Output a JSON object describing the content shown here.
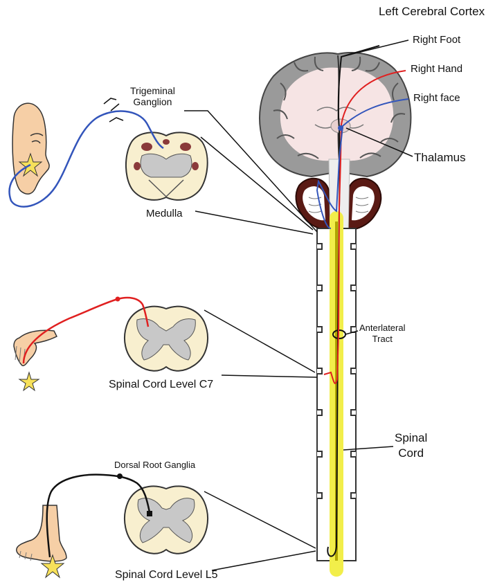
{
  "labels": {
    "left_cerebral_cortex": "Left Cerebral Cortex",
    "right_foot": "Right Foot",
    "right_hand": "Right Hand",
    "right_face": "Right face",
    "thalamus": "Thalamus",
    "trigeminal_ganglion_line1": "Trigeminal",
    "trigeminal_ganglion_line2": "Ganglion",
    "medulla": "Medulla",
    "anterolateral_tract_line1": "Anterlateral",
    "anterolateral_tract_line2": "Tract",
    "spinal_cord_level_c7": "Spinal Cord Level C7",
    "spinal_cord_line1": "Spinal",
    "spinal_cord_line2": "Cord",
    "dorsal_root_ganglia": "Dorsal Root Ganglia",
    "spinal_cord_level_l5": "Spinal Cord Level L5"
  },
  "colors": {
    "face_pathway": "#3355bb",
    "hand_pathway": "#e02020",
    "foot_pathway": "#111111",
    "tract": "#f2ee4a",
    "tract_core": "#b0a500",
    "cord_cross_section": "#f8efcf",
    "gray_matter": "#c8c8c8",
    "brain_gray": "#9a9a9a",
    "brain_pink": "#f6e4e4",
    "skin": "#f6cfa6",
    "pain_star": "#f7e15a",
    "brainstem_dark": "#5a1a14"
  }
}
